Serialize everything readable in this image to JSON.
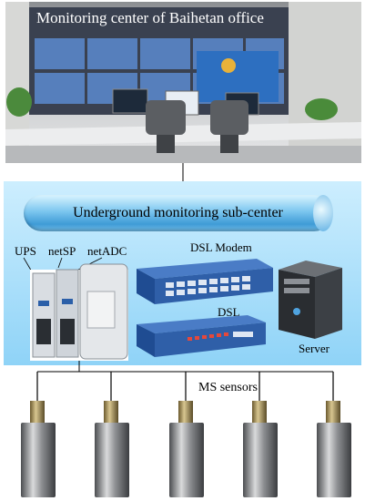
{
  "monitoring_center": {
    "title": "Monitoring center of Baihetan office"
  },
  "sub_center": {
    "label": "Underground monitoring sub-center"
  },
  "devices": {
    "ups": "UPS",
    "netsp": "netSP",
    "netadc": "netADC",
    "dsl_modem": "DSL Modem",
    "dsl": "DSL",
    "server": "Server"
  },
  "sensors": {
    "label": "MS sensors",
    "count": 5
  },
  "colors": {
    "panel_top": "#cdeefe",
    "panel_bottom": "#8fd3f7",
    "pipe": "#5fb0e3",
    "switch": "#2f5fa8"
  }
}
